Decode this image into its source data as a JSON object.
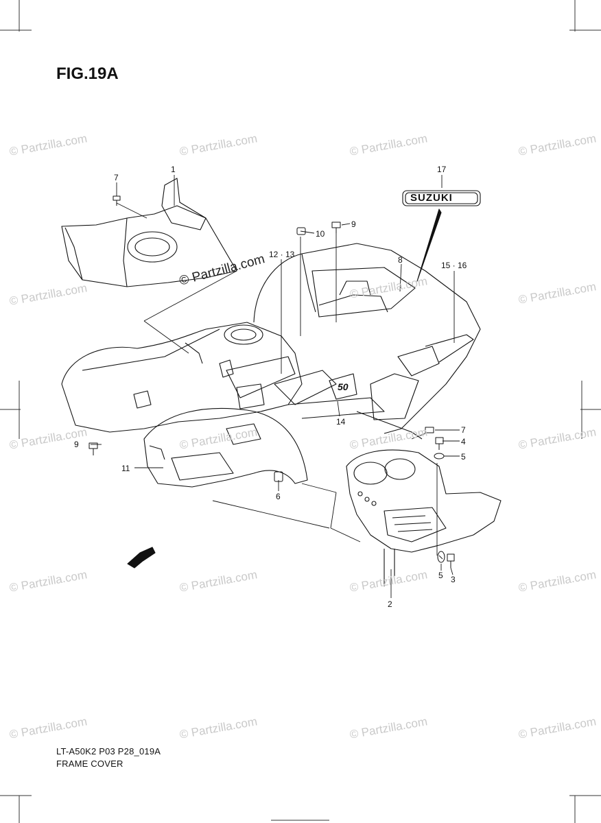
{
  "figure": {
    "title": "FIG.19A",
    "model_code": "LT-A50K2 P03 P28_019A",
    "caption": "FRAME COVER"
  },
  "watermark": {
    "text": "© Partzilla.com",
    "main_text": "© Partzilla.com"
  },
  "decals": {
    "suzuki_emblem": "SUZUKI",
    "model_number": "50"
  },
  "callouts": [
    {
      "id": "c1",
      "text": "1"
    },
    {
      "id": "c2",
      "text": "2"
    },
    {
      "id": "c3",
      "text": "3"
    },
    {
      "id": "c4",
      "text": "4"
    },
    {
      "id": "c5a",
      "text": "5"
    },
    {
      "id": "c5b",
      "text": "5"
    },
    {
      "id": "c6",
      "text": "6"
    },
    {
      "id": "c7a",
      "text": "7"
    },
    {
      "id": "c7b",
      "text": "7"
    },
    {
      "id": "c8",
      "text": "8"
    },
    {
      "id": "c9a",
      "text": "9"
    },
    {
      "id": "c9b",
      "text": "9"
    },
    {
      "id": "c10",
      "text": "10"
    },
    {
      "id": "c11",
      "text": "11"
    },
    {
      "id": "c1213",
      "text": "12 · 13"
    },
    {
      "id": "c14",
      "text": "14"
    },
    {
      "id": "c1516",
      "text": "15 · 16"
    },
    {
      "id": "c17",
      "text": "17"
    }
  ],
  "colors": {
    "ink": "#111111",
    "watermark": "#c9c9c9",
    "paper": "#ffffff"
  }
}
